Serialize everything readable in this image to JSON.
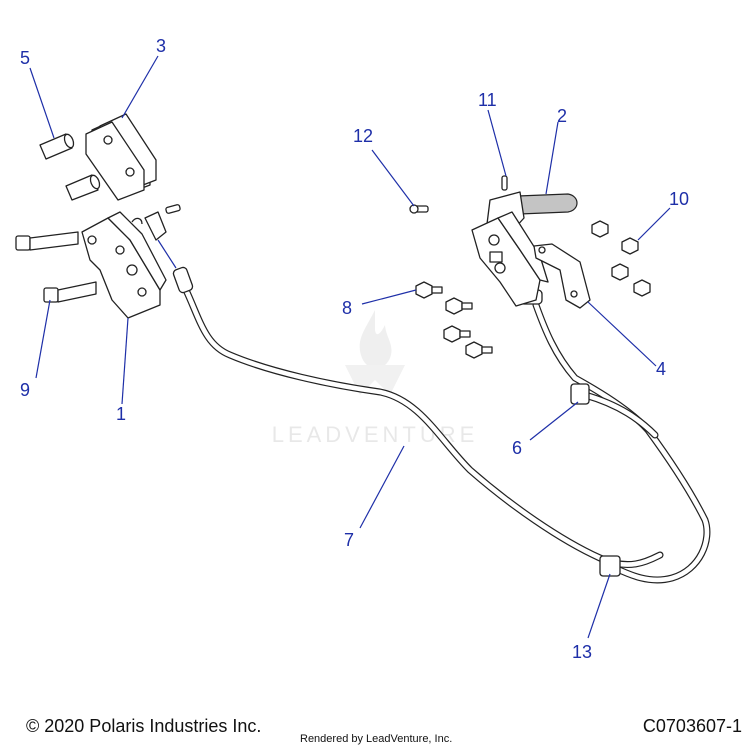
{
  "watermark": {
    "text": "LEADVENTURE"
  },
  "callouts": [
    {
      "id": "1",
      "label": "1"
    },
    {
      "id": "2",
      "label": "2"
    },
    {
      "id": "3",
      "label": "3"
    },
    {
      "id": "4",
      "label": "4"
    },
    {
      "id": "5",
      "label": "5"
    },
    {
      "id": "6",
      "label": "6"
    },
    {
      "id": "7",
      "label": "7"
    },
    {
      "id": "8",
      "label": "8"
    },
    {
      "id": "9",
      "label": "9"
    },
    {
      "id": "10",
      "label": "10"
    },
    {
      "id": "11",
      "label": "11"
    },
    {
      "id": "12",
      "label": "12"
    },
    {
      "id": "13",
      "label": "13"
    }
  ],
  "footer": {
    "copyright": "© 2020 Polaris Industries Inc.",
    "rendered_by": "Rendered by LeadVenture, Inc.",
    "diagram_code": "C0703607-1"
  },
  "colors": {
    "callout": "#1e2fa8",
    "line": "#222222",
    "watermark": "#dddddd"
  }
}
